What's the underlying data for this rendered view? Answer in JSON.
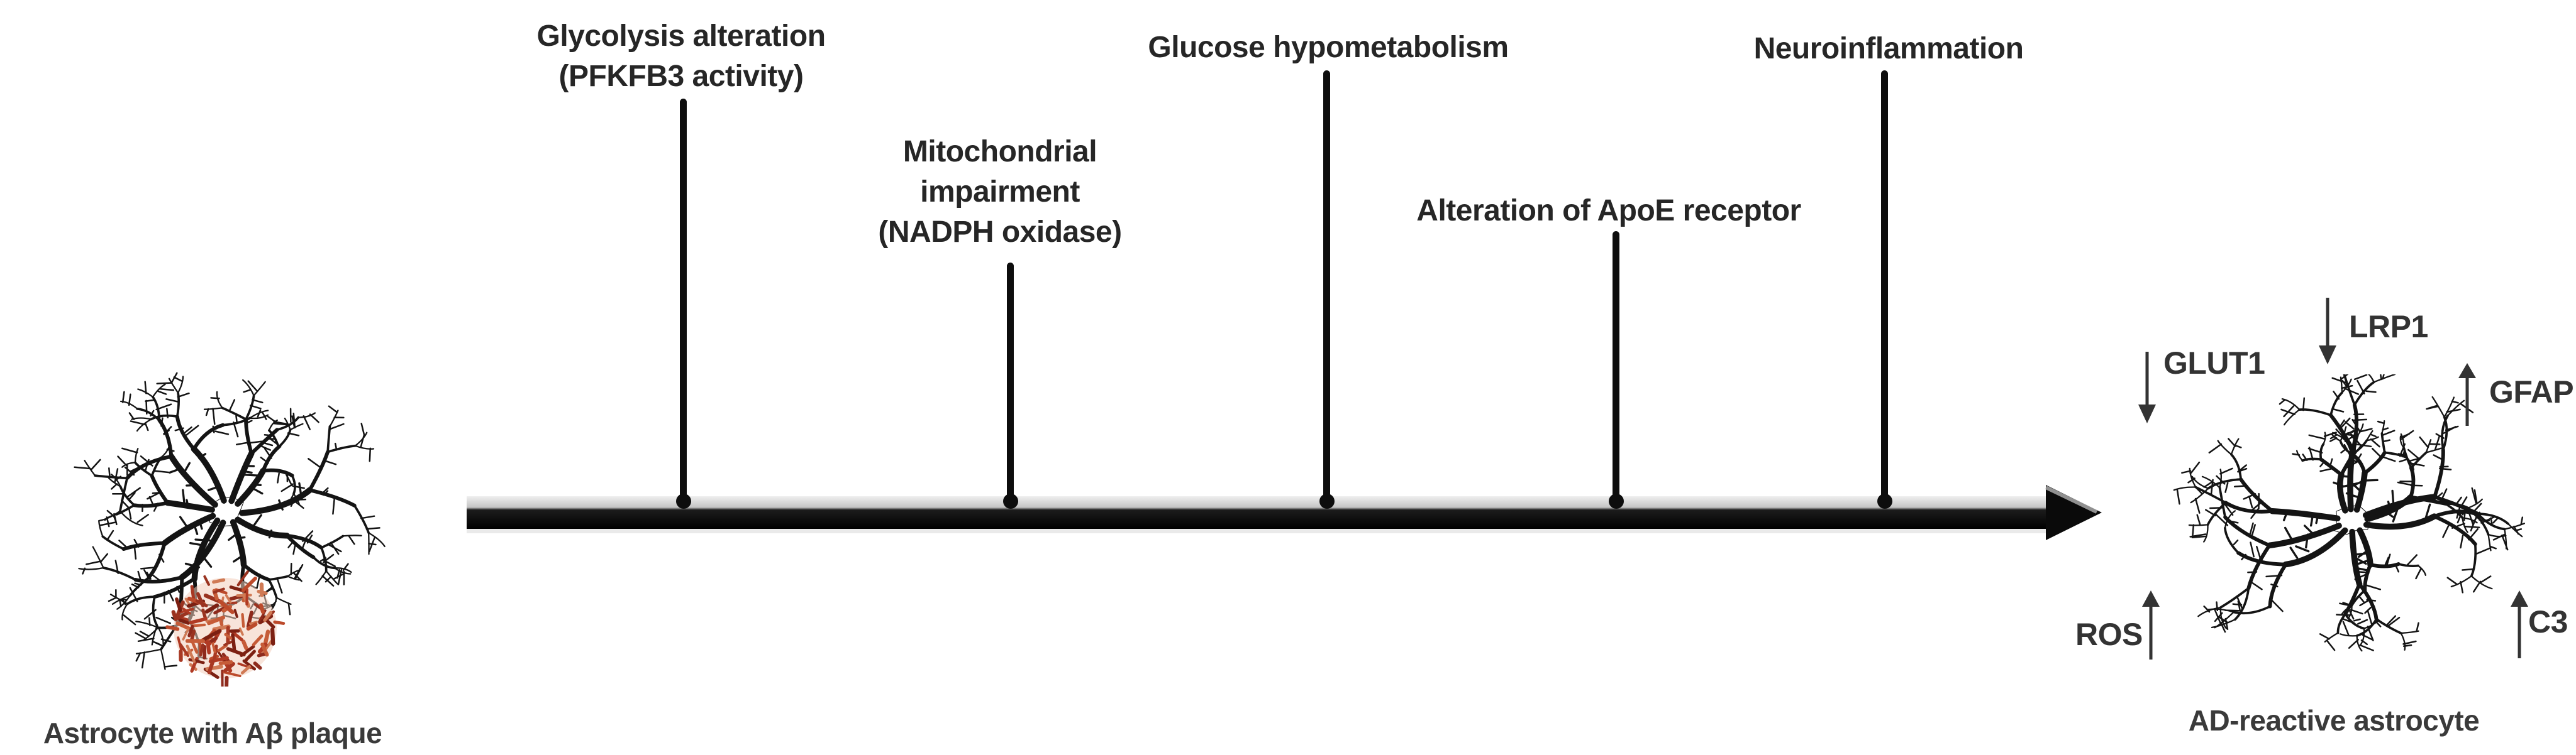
{
  "figure": {
    "left_cell": {
      "caption": "Astrocyte with Aβ plaque"
    },
    "right_cell": {
      "caption": "AD-reactive astrocyte"
    },
    "timeline": {
      "milestones": [
        {
          "lines": [
            "Glycolysis alteration",
            "(PFKFB3 activity)"
          ]
        },
        {
          "lines": [
            "Mitochondrial",
            "impairment",
            "(NADPH oxidase)"
          ]
        },
        {
          "lines": [
            "Glucose hypometabolism"
          ]
        },
        {
          "lines": [
            "Alteration of ApoE receptor"
          ]
        },
        {
          "lines": [
            "Neuroinflammation"
          ]
        }
      ]
    },
    "markers": [
      {
        "text": "GLUT1",
        "direction": "down"
      },
      {
        "text": "LRP1",
        "direction": "down"
      },
      {
        "text": "GFAP",
        "direction": "up"
      },
      {
        "text": "ROS",
        "direction": "up"
      },
      {
        "text": "C3",
        "direction": "up"
      }
    ],
    "colors": {
      "ink": "#141414",
      "label_text": "#262626",
      "arrow_black": "#0a0a0a",
      "arrow_highlight": "#c9c9c9",
      "plaque_red": "#b03a24",
      "plaque_palette": [
        "#8e2a1c",
        "#a83823",
        "#bc4a2b",
        "#c65c38",
        "#d07a55",
        "#7c2012",
        "#b03a24",
        "#9a3320"
      ],
      "plaque_base": "#f3cdbb"
    }
  }
}
